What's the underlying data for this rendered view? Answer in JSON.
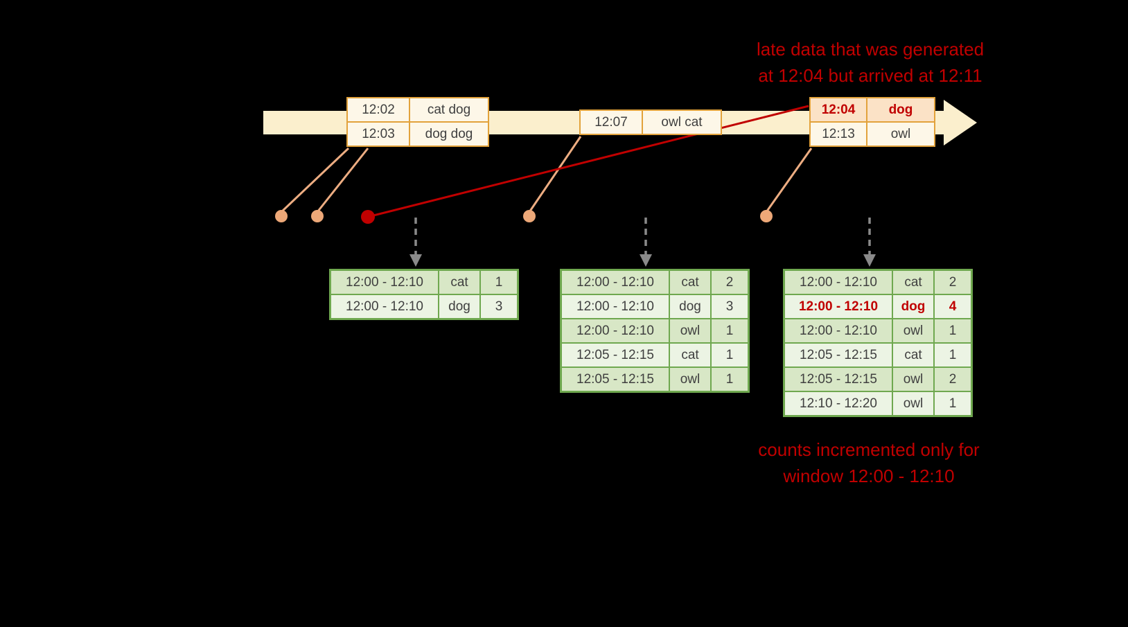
{
  "annotations": {
    "late_note": {
      "line1": "late data that was generated",
      "line2": "at 12:04 but arrived at 12:11"
    },
    "counts_note": {
      "line1": "counts incremented only for",
      "line2": "window 12:00 - 12:10"
    }
  },
  "event_boxes": {
    "box1": {
      "rows": [
        {
          "time": "12:02",
          "words": "cat dog"
        },
        {
          "time": "12:03",
          "words": "dog dog"
        }
      ]
    },
    "box2": {
      "rows": [
        {
          "time": "12:07",
          "words": "owl cat"
        }
      ]
    },
    "box3": {
      "rows": [
        {
          "time": "12:04",
          "words": "dog"
        },
        {
          "time": "12:13",
          "words": "owl"
        }
      ]
    }
  },
  "result_tables": {
    "t1": {
      "rows": [
        {
          "window": "12:00 - 12:10",
          "word": "cat",
          "count": "1"
        },
        {
          "window": "12:00 - 12:10",
          "word": "dog",
          "count": "3"
        }
      ]
    },
    "t2": {
      "rows": [
        {
          "window": "12:00 - 12:10",
          "word": "cat",
          "count": "2"
        },
        {
          "window": "12:00 - 12:10",
          "word": "dog",
          "count": "3"
        },
        {
          "window": "12:00 - 12:10",
          "word": "owl",
          "count": "1"
        },
        {
          "window": "12:05 - 12:15",
          "word": "cat",
          "count": "1"
        },
        {
          "window": "12:05 - 12:15",
          "word": "owl",
          "count": "1"
        }
      ]
    },
    "t3": {
      "rows": [
        {
          "window": "12:00 - 12:10",
          "word": "cat",
          "count": "2"
        },
        {
          "window": "12:00 - 12:10",
          "word": "dog",
          "count": "4"
        },
        {
          "window": "12:00 - 12:10",
          "word": "owl",
          "count": "1"
        },
        {
          "window": "12:05 - 12:15",
          "word": "cat",
          "count": "1"
        },
        {
          "window": "12:05 - 12:15",
          "word": "owl",
          "count": "2"
        },
        {
          "window": "12:10 - 12:20",
          "word": "owl",
          "count": "1"
        }
      ]
    }
  },
  "colors": {
    "background": "#000000",
    "timeline_fill": "#FBEFCD",
    "event_border": "#E2A23B",
    "event_fill": "#FDF7E8",
    "late_row_fill": "#FBE2C6",
    "late_red": "#C00000",
    "connector_line": "#EDAD82",
    "event_dot": "#EDA878",
    "trigger_arrow_gray": "#8A8A8A",
    "result_border": "#6FA84F",
    "result_row_dark": "#D8E7C6",
    "result_row_light": "#ECF4E4"
  }
}
